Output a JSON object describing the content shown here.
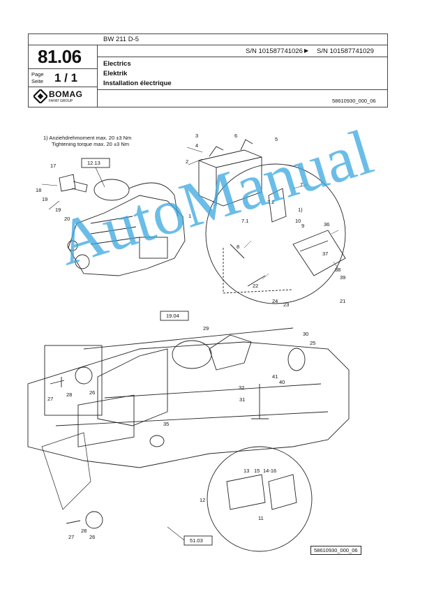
{
  "header": {
    "section_number": "81.06",
    "page_label_de": "Page",
    "page_label_en": "Seite",
    "page_value": "1 / 1",
    "brand": "BOMAG",
    "brand_sub": "FAYAT GROUP",
    "model": "BW 211 D-5",
    "serial_from": "S/N 101587741026",
    "serial_arrow": "▶",
    "serial_to": "S/N 101587741029",
    "title_en": "Electrics",
    "title_de": "Elektrik",
    "title_fr": "Installation électrique",
    "drawing_code": "58610930_000_06"
  },
  "notes": {
    "line1": "1)  Anziehdrehmoment max. 20 ±3 Nm",
    "line2": "Tightening torque max. 20 ±3 Nm"
  },
  "refs": {
    "r1213": "12.13",
    "r1904": "19.04",
    "r5103": "51.03"
  },
  "callouts": [
    "1",
    "2",
    "3",
    "4",
    "5",
    "6",
    "7",
    "7.1",
    "7.2",
    "1)",
    "8",
    "9",
    "10",
    "11",
    "12",
    "13",
    "14-16",
    "15",
    "17",
    "18",
    "19",
    "19",
    "20",
    "21",
    "22",
    "23",
    "24",
    "25",
    "26",
    "26",
    "27",
    "27",
    "28",
    "28",
    "29",
    "30",
    "31",
    "32",
    "35",
    "36",
    "37",
    "38",
    "39",
    "40",
    "41"
  ],
  "footer_code": "58610930_000_06",
  "watermark": "AutoManual",
  "colors": {
    "watermark": "#3aa7e0",
    "line": "#222222"
  }
}
